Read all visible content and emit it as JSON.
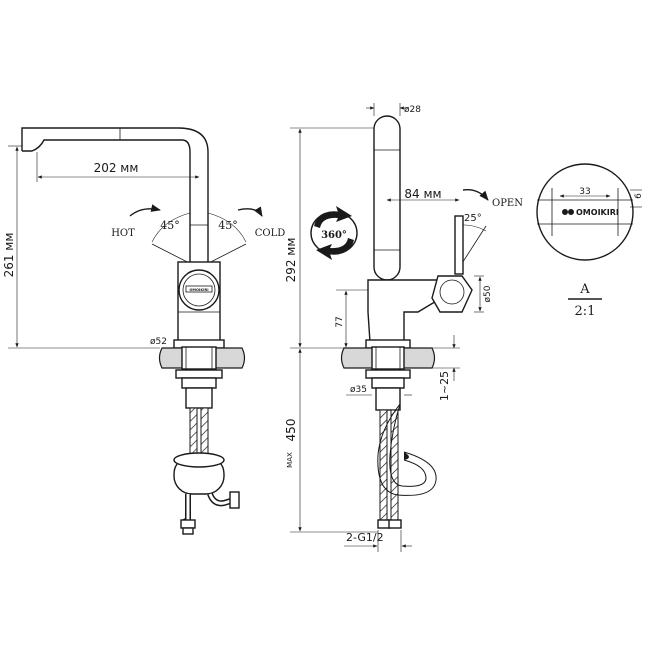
{
  "front_view": {
    "spout_reach": "202 мм",
    "height": "261 мм",
    "base_diameter": "ø52",
    "hot_label": "HOT",
    "cold_label": "COLD",
    "hot_angle": "45°",
    "cold_angle": "45°"
  },
  "side_view": {
    "spout_diameter": "ø28",
    "handle_offset": "84 мм",
    "height": "292 мм",
    "rotation": "360°",
    "open_label": "OPEN",
    "open_angle": "25°",
    "handle_diameter": "ø50",
    "body_height": "77",
    "shank_diameter": "ø35",
    "thickness": "1~25",
    "max_label": "MAX",
    "hose_length": "450",
    "connection": "2-G1/2"
  },
  "detail_a": {
    "width": "33",
    "depth": "6",
    "brand": "OMOIKIRI",
    "label": "A",
    "scale": "2:1"
  }
}
